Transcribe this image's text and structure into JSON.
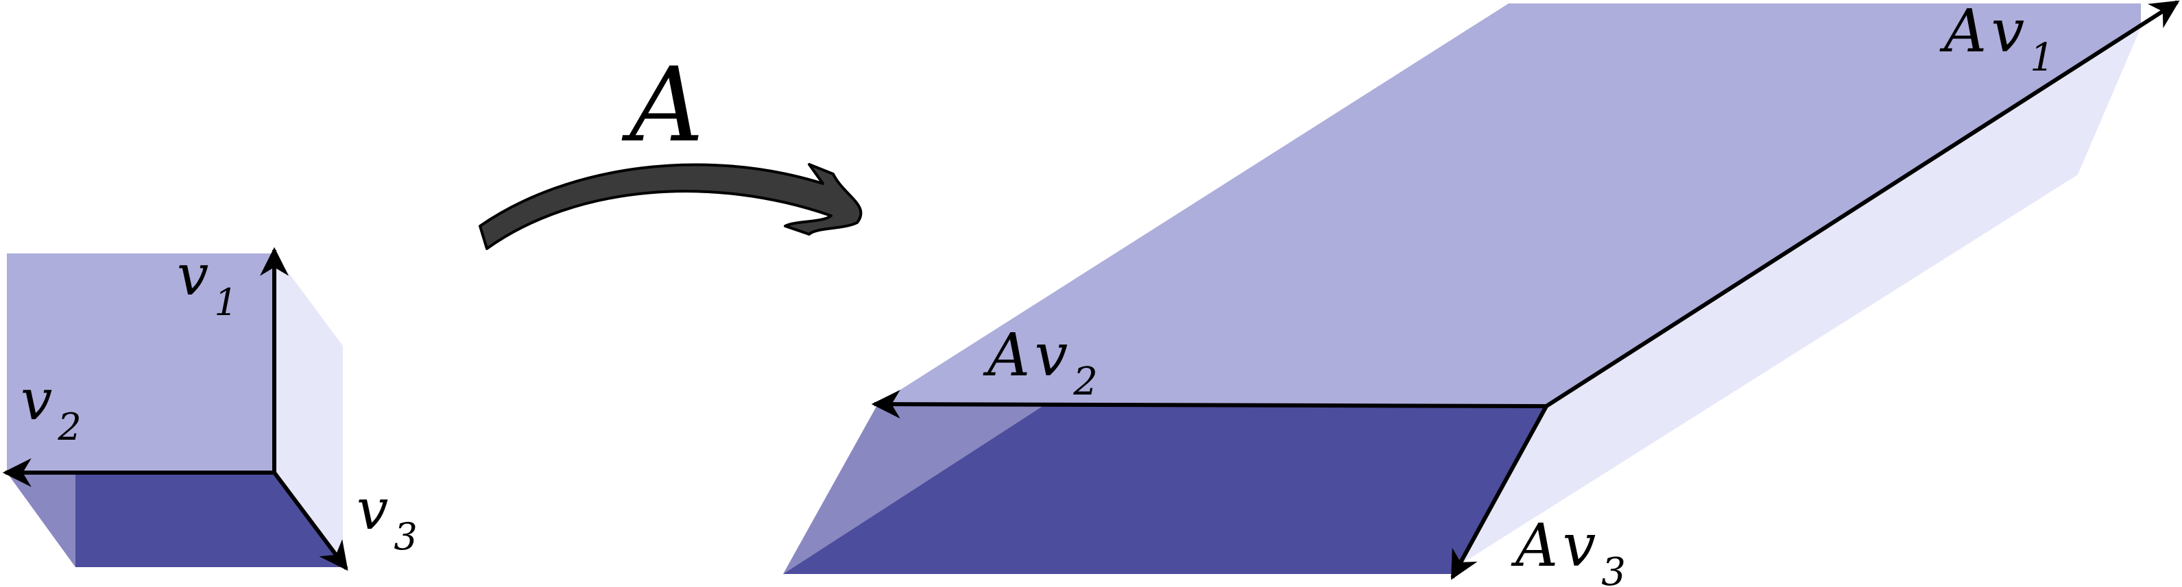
{
  "diagram": {
    "map_label": "A",
    "unit_cube": {
      "labels": [
        {
          "base": "v",
          "sub": "1"
        },
        {
          "base": "v",
          "sub": "2"
        },
        {
          "base": "v",
          "sub": "3"
        }
      ]
    },
    "image_solid": {
      "labels": [
        {
          "prefix": "A",
          "base": "v",
          "sub": "1"
        },
        {
          "prefix": "A",
          "base": "v",
          "sub": "2"
        },
        {
          "prefix": "A",
          "base": "v",
          "sub": "3"
        }
      ]
    },
    "colors": {
      "top_face": "#adaedb",
      "front_face": "#4c4d9d",
      "side_face": "#e7e7fa",
      "shadow_face": "#8a88c0",
      "arrow_fill": "#3a3a3a",
      "edge": "#000000"
    }
  }
}
